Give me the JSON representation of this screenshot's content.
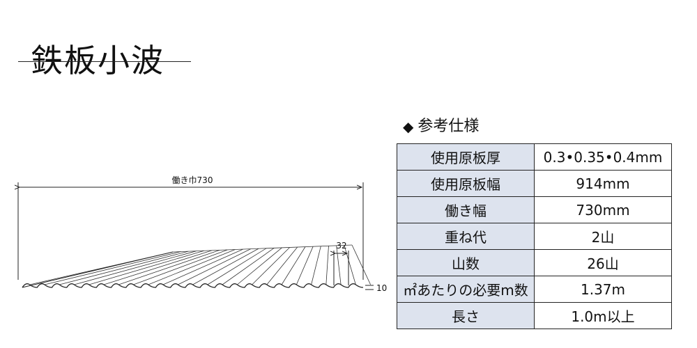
{
  "title": "鉄板小波",
  "diagram": {
    "width_label": "働き巾730",
    "pitch_label": "32",
    "height_label": "10"
  },
  "spec": {
    "heading": "参考仕様",
    "rows": [
      {
        "label": "使用原板厚",
        "value": "0.3•0.35•0.4mm"
      },
      {
        "label": "使用原板幅",
        "value": "914mm"
      },
      {
        "label": "働き幅",
        "value": "730mm"
      },
      {
        "label": "重ね代",
        "value": "2山"
      },
      {
        "label": "山数",
        "value": "26山"
      },
      {
        "label": "㎡あたりの必要m数",
        "value": "1.37m"
      },
      {
        "label": "長さ",
        "value": "1.0m以上"
      }
    ]
  }
}
